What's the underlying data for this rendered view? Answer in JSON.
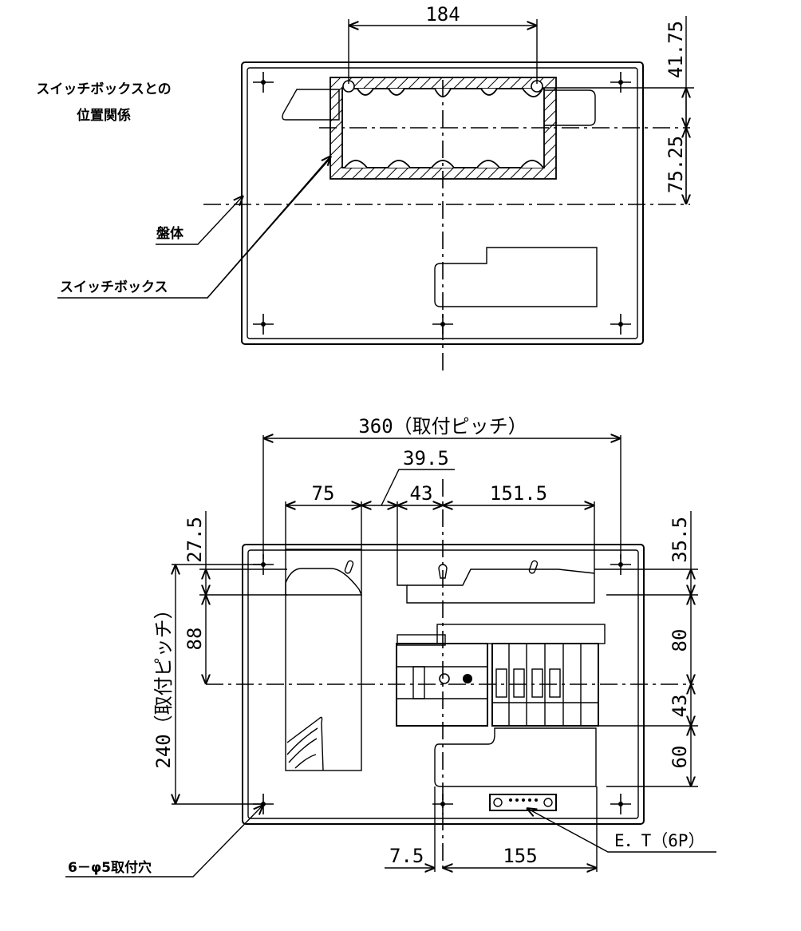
{
  "top_view": {
    "caption_line1": "スイッチボックスとの",
    "caption_line2": "位置関係",
    "label_enclosure": "盤体",
    "label_switch_box": "スイッチボックス",
    "dim_width": "184",
    "dim_right_top": "41.75",
    "dim_right_bottom": "75.25"
  },
  "bottom_view": {
    "dim_pitch_horizontal": "360（取付ピッチ）",
    "dim_39_5": "39.5",
    "dim_75": "75",
    "dim_43_top": "43",
    "dim_151_5": "151.5",
    "dim_27_5": "27.5",
    "dim_88": "88",
    "dim_pitch_vertical": "240（取付ピッチ）",
    "dim_35_5": "35.5",
    "dim_80": "80",
    "dim_43_right": "43",
    "dim_60": "60",
    "dim_7_5": "7.5",
    "dim_155": "155",
    "label_mount_holes": "6－φ5取付穴",
    "label_terminal": "E．T（6P）"
  }
}
